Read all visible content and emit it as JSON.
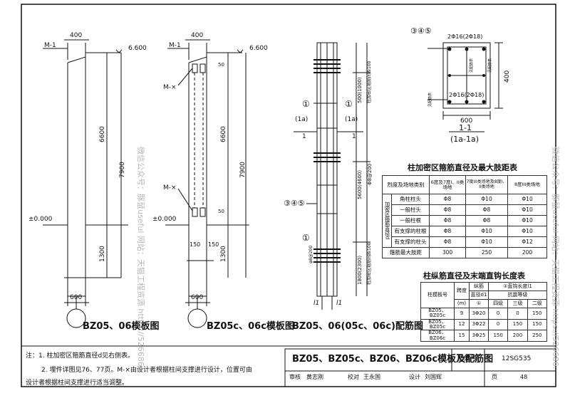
{
  "drawings": {
    "bz05": {
      "caption": "BZ05、06模板图",
      "m1": "M-1",
      "w_top": "400",
      "elev_top": "6.600",
      "h_total": "7900",
      "h_upper": "6600",
      "h_lower": "1300",
      "elev_zero": "±0.000",
      "w_bottom": "600"
    },
    "bz05c": {
      "caption": "BZ05c、06c模板图",
      "m1": "M-1",
      "mx1": "M-×",
      "mx2": "M-×",
      "w_top": "400",
      "elev_top": "6.600",
      "d50a": "50",
      "d50b": "50",
      "h_total": "7900",
      "h_upper": "6600",
      "h_lower": "1300",
      "elev_zero": "±0.000",
      "d150a": "150",
      "d150b": "150",
      "w_bottom": "600"
    },
    "rebar": {
      "caption": "BZ05、06(05c、06c)配筋图",
      "c1": "①",
      "c1b": "①",
      "c2": "①",
      "sec_a1": "(1a)",
      "sec_a2": "1",
      "sec_b1": "(1a)",
      "sec_b2": "1",
      "c345": "③④⑤",
      "dim_top": "500(1000)",
      "label_top": "柱加密区箍筋间距100",
      "dim_mid": "5600(4600)",
      "label_mid": "Φ8@200",
      "dim_bot": "1800(2300)",
      "label_bot": "柱加密区箍筋间距100",
      "dim_v": "φ8@200",
      "l1a": "l1",
      "l1b": "l1"
    },
    "section": {
      "c345": "③④⑤",
      "top_bar": "2Φ16(2Φ18)",
      "bot_bar": "2Φ16(2Φ18)",
      "side1": "见配筋表",
      "side2": "见配筋表",
      "side3": "见配筋表",
      "w": "600",
      "h": "400",
      "title1": "1-1",
      "title2": "(1a-1a)"
    }
  },
  "table1": {
    "title": "柱加密区箍筋直径及最大肢距表",
    "head_col0": "烈度及场地类别",
    "head_col1": "6度及7度I、II类场地",
    "head_col2": "7度III类场地及8度I、II类场地",
    "head_col3": "8度III类场地",
    "side_label": "加密区箍筋直径d",
    "rows": [
      {
        "label": "角柱柱头",
        "c1": "Φ8",
        "c2": "Φ10",
        "c3": "Φ10"
      },
      {
        "label": "一般柱头",
        "c1": "Φ8",
        "c2": "Φ8",
        "c3": "Φ10"
      },
      {
        "label": "一般柱根",
        "c1": "Φ8",
        "c2": "Φ8",
        "c3": "Φ10"
      },
      {
        "label": "有支撑的柱根",
        "c1": "Φ8",
        "c2": "Φ10",
        "c3": "Φ10"
      },
      {
        "label": "有支撑的柱头",
        "c1": "Φ8",
        "c2": "Φ10",
        "c3": "Φ12"
      },
      {
        "label": "箍筋最大肢距",
        "c1": "300",
        "c2": "250",
        "c3": "200"
      }
    ]
  },
  "table2": {
    "title": "柱纵筋直径及末端直钩长度表",
    "h_col0": "柱模板号",
    "h_col1": "跨度",
    "h_col1b": "(m)",
    "h_col2a": "纵筋",
    "h_col2b": "直径d1",
    "h_col2c": "①",
    "h_col3": "①直钩长度l1",
    "h_col3b": "抗震等级",
    "h_s4": "四级",
    "h_s3": "三级",
    "h_s2": "二级",
    "rows": [
      {
        "name": "BZ05、BZ05c",
        "span": "9",
        "dia": "3Φ20",
        "l4": "0",
        "l3": "0",
        "l2": "150"
      },
      {
        "name": "BZ05、BZ05c",
        "span": "12",
        "dia": "3Φ22",
        "l4": "0",
        "l3": "150",
        "l2": "150"
      },
      {
        "name": "BZ06、BZ06c",
        "span": "15",
        "dia": "3Φ25",
        "l4": "150",
        "l3": "200",
        "l2": "250"
      }
    ]
  },
  "notes": {
    "n1": "注：1. 柱加密区箍筋直径d见右侧表。",
    "n2": "2. 埋件详图见76、77页。M-×由设计者根据柱间支撑进行设计，位置可由",
    "n3": "设计者根据柱间支撑进行适当调整。"
  },
  "titleblock": {
    "title": "BZ05、BZ05c、BZ06、BZ06c模板及配筋图",
    "atlas_label": "图集号",
    "atlas_no": "12SG535",
    "review_l": "审核",
    "review_n": "黄志刚",
    "check_l": "校对",
    "check_n": "王永国",
    "design_l": "设计",
    "design_n": "刘国辉",
    "page_l": "页",
    "page_n": "48"
  },
  "watermarks": {
    "w1": "微信公众号：豚鼠useful  网站：天猫工程资源 https://526686.",
    "w2": "微信公众号：豚鼠useful  网站：天猫工程资源 https://526686."
  }
}
